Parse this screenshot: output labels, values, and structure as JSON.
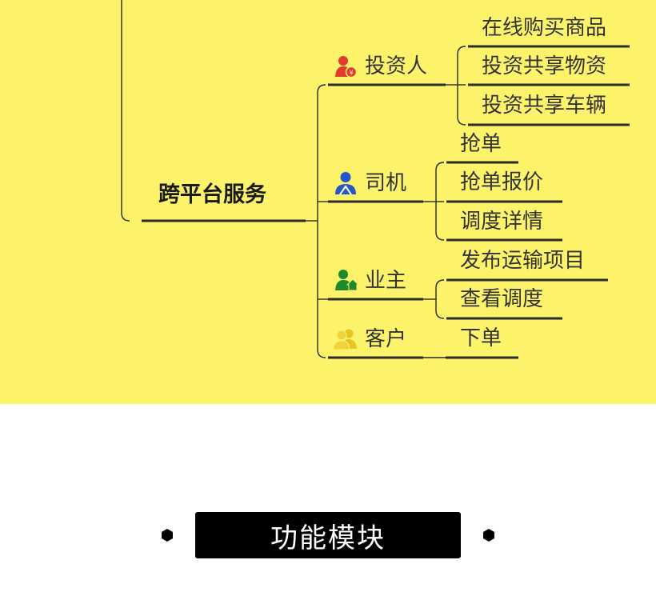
{
  "root": {
    "label": "跨平台服务"
  },
  "branches": [
    {
      "label": "投资人",
      "icon": "investor-icon",
      "color": "#e23a2e",
      "children": [
        "在线购买商品",
        "投资共享物资",
        "投资共享车辆"
      ]
    },
    {
      "label": "司机",
      "icon": "driver-icon",
      "color": "#2456c8",
      "children": [
        "抢单",
        "抢单报价",
        "调度详情"
      ]
    },
    {
      "label": "业主",
      "icon": "owner-icon",
      "color": "#1e8a2e",
      "children": [
        "发布运输项目",
        "查看调度"
      ]
    },
    {
      "label": "客户",
      "icon": "customer-icon",
      "color": "#e0c21a",
      "children": [
        "下单"
      ]
    }
  ],
  "section_title": "功能模块",
  "colors": {
    "background": "#fcf36b",
    "line": "#2b2b2b",
    "banner": "#000000"
  }
}
